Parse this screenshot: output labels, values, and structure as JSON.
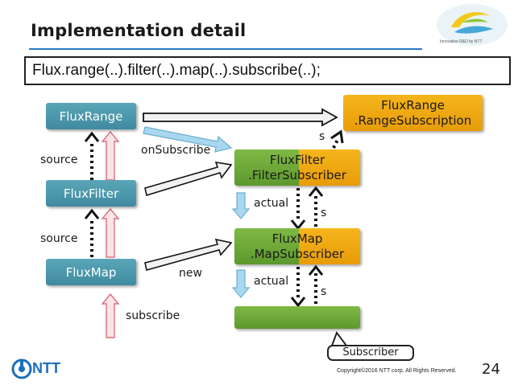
{
  "slide": {
    "title": "Implementation detail",
    "logo_caption": "Innovative R&D by NTT",
    "code": "Flux.range(..).filter(..).map(..).subscribe(..);",
    "copyright": "Copyright©2016 NTT corp. All Rights Reserved.",
    "page_number": "24",
    "ntt_logo_text": "NTT"
  },
  "publishers": [
    "FluxRange",
    "FluxFilter",
    "FluxMap"
  ],
  "subscribers": {
    "range": [
      "FluxRange",
      ".RangeSubscription"
    ],
    "filter": [
      "FluxFilter",
      ".FilterSubscriber"
    ],
    "map": [
      "FluxMap",
      ".MapSubscriber"
    ]
  },
  "labels": {
    "source": "source",
    "on_subscribe": "onSubscribe",
    "new": "new",
    "subscribe": "subscribe",
    "actual": "actual",
    "s": "s",
    "subscriber": "Subscriber"
  },
  "colors": {
    "teal": "#4a97ac",
    "green": "#6aa838",
    "orange": "#f1aa10",
    "light_blue": "#9dd3ec",
    "pink": "#e8a0a8",
    "title_rule": "#2a78c8"
  }
}
